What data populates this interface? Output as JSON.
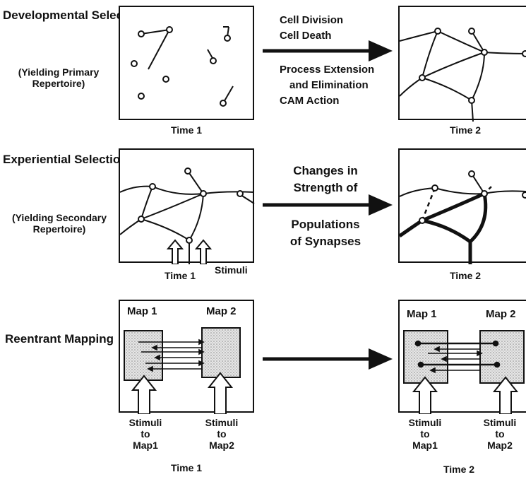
{
  "rows": [
    {
      "title": "Developmental Selection",
      "note": "(Yielding Primary Repertoire)",
      "process": [
        "Cell Division",
        "Cell Death",
        "Process Extension",
        "and Elimination",
        "CAM Action"
      ],
      "time1": "Time 1",
      "time2": "Time 2"
    },
    {
      "title": "Experiential Selection",
      "note": "(Yielding Secondary Repertoire)",
      "process": [
        "Changes in",
        "Strength of",
        "Populations",
        "of Synapses"
      ],
      "time1": "Time 1",
      "stimuli": "Stimuli",
      "time2": "Time 2"
    },
    {
      "title": "Reentrant Mapping",
      "map1": "Map 1",
      "map2": "Map 2",
      "stim1": [
        "Stimuli",
        "to",
        "Map1"
      ],
      "stim2": [
        "Stimuli",
        "to",
        "Map2"
      ],
      "time1": "Time 1",
      "time2": "Time 2"
    }
  ]
}
